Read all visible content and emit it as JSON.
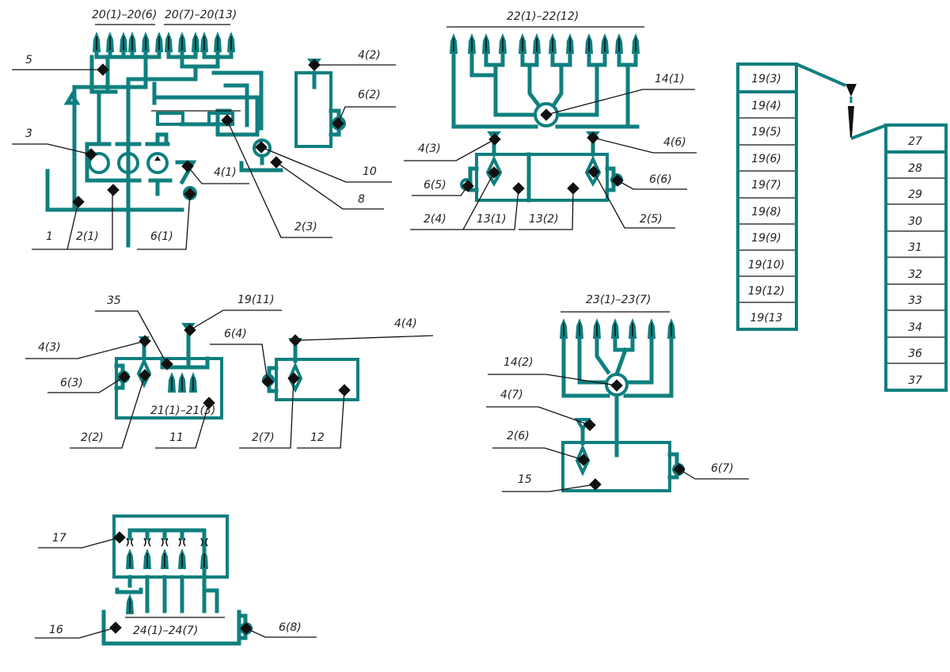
{
  "diagram": {
    "line_color": "#0f7f7f",
    "group1": {
      "top_labels": [
        "20(1)–20(6)",
        "20(7)–20(13)"
      ],
      "callouts": [
        "5",
        "3",
        "1",
        "2(1)",
        "6(1)",
        "4(1)",
        "2(3)",
        "8",
        "10",
        "4(2)",
        "6(2)"
      ]
    },
    "group2": {
      "top_label": "22(1)–22(12)",
      "callouts": [
        "14(1)",
        "4(3)",
        "4(6)",
        "6(5)",
        "6(6)",
        "2(4)",
        "13(1)",
        "13(2)",
        "2(5)"
      ]
    },
    "group3": {
      "left_column": [
        "19(3)",
        "19(4)",
        "19(5)",
        "19(6)",
        "19(7)",
        "19(8)",
        "19(9)",
        "19(10)",
        "19(12)",
        "19(13"
      ],
      "right_column": [
        "27",
        "28",
        "29",
        "30",
        "31",
        "32",
        "33",
        "34",
        "36",
        "37"
      ]
    },
    "group4": {
      "inner_label": "21(1)–21(3)",
      "callouts": [
        "35",
        "19(11)",
        "4(3)",
        "6(3)",
        "2(2)",
        "11",
        "6(4)",
        "4(4)",
        "2(7)",
        "12"
      ]
    },
    "group5": {
      "top_label": "23(1)–23(7)",
      "callouts": [
        "14(2)",
        "4(7)",
        "2(6)",
        "15",
        "6(7)"
      ]
    },
    "group6": {
      "inner_label": "24(1)–24(7)",
      "callouts": [
        "17",
        "16",
        "6(8)"
      ]
    }
  }
}
